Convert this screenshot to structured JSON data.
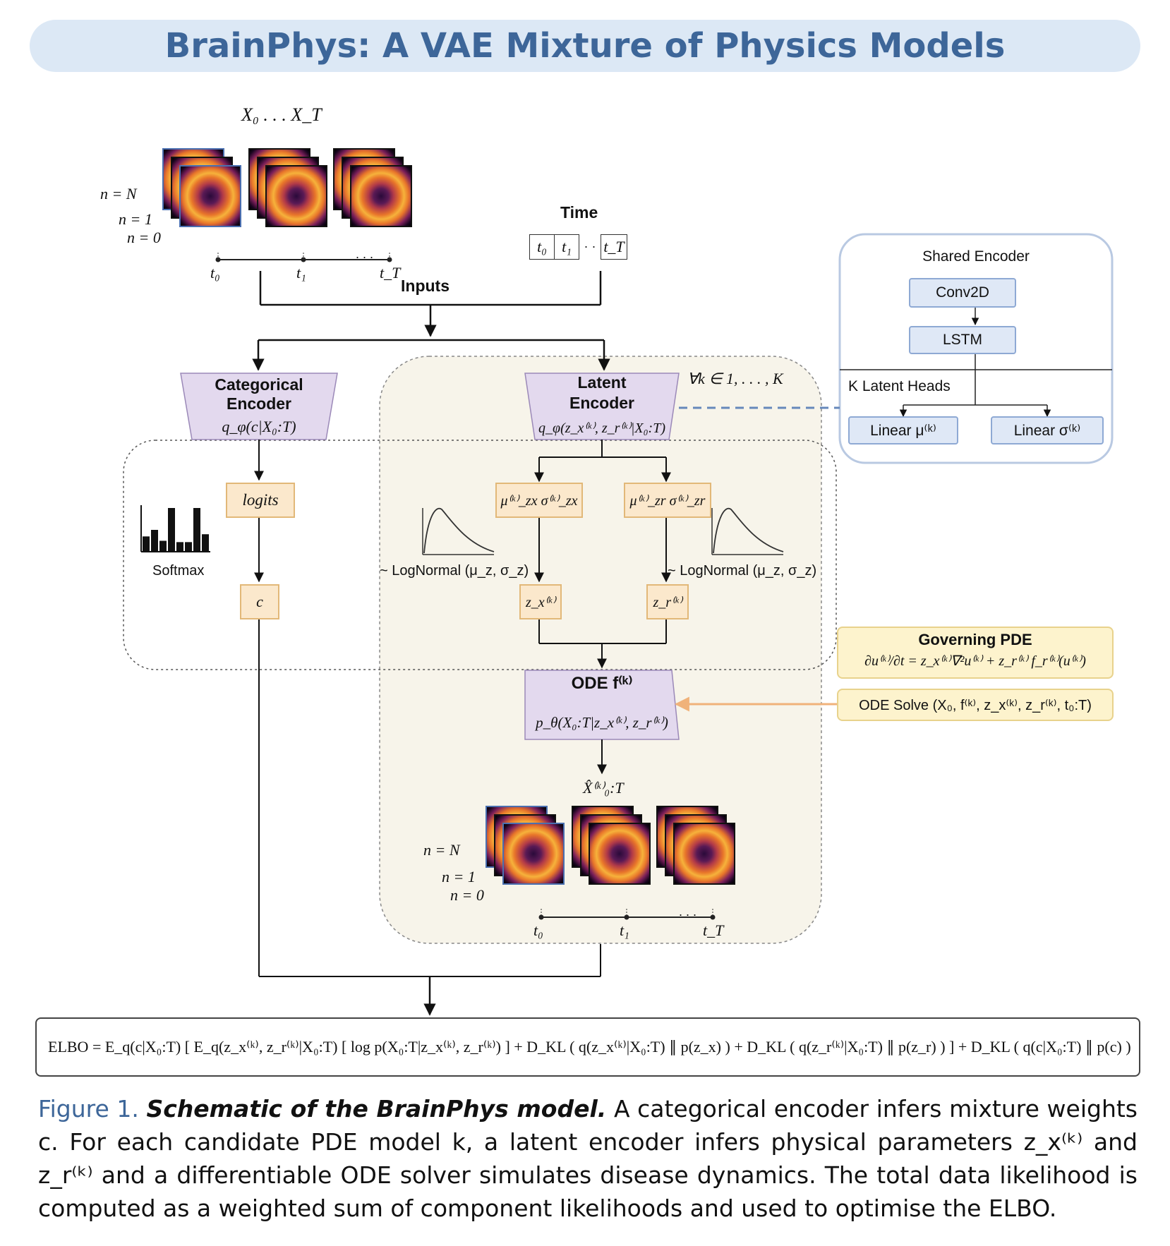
{
  "title": "BrainPhys: A VAE Mixture of Physics Models",
  "inputs": {
    "sequence_label": "X₀ . . . X_T",
    "n_labels": [
      "n = N",
      "n = 1",
      "n = 0"
    ],
    "time_ticks": [
      "t₀",
      "t₁",
      "t_T"
    ],
    "dots": ". . .",
    "time_title": "Time",
    "time_cells": [
      "t₀",
      "t₁",
      "· ·",
      "t_T"
    ],
    "inputs_label": "Inputs"
  },
  "shared_encoder": {
    "title": "Shared Encoder",
    "conv": "Conv2D",
    "lstm": "LSTM",
    "heads_label": "K Latent Heads",
    "linear_mu": "Linear μ⁽ᵏ⁾",
    "linear_sigma": "Linear σ⁽ᵏ⁾"
  },
  "categorical_encoder": {
    "title_line1": "Categorical",
    "title_line2": "Encoder",
    "formula": "q_φ(c|X₀:T)",
    "logits": "logits",
    "softmax": "Softmax",
    "c": "c",
    "softmax_bars": [
      0.35,
      0.5,
      0.25,
      1.0,
      0.22,
      0.22,
      1.0,
      0.4
    ]
  },
  "latent_encoder": {
    "title_line1": "Latent",
    "title_line2": "Encoder",
    "formula": "q_φ(z_x⁽ᵏ⁾, z_r⁽ᵏ⁾|X₀:T)",
    "forall": "∀k ∈ 1, . . . , K",
    "param_x": "μ⁽ᵏ⁾_zx  σ⁽ᵏ⁾_zx",
    "param_r": "μ⁽ᵏ⁾_zr  σ⁽ᵏ⁾_zr",
    "lognormal": "~ LogNormal (μ_z, σ_z)",
    "zx": "z_x⁽ᵏ⁾",
    "zr": "z_r⁽ᵏ⁾"
  },
  "ode": {
    "title": "ODE f⁽ᵏ⁾",
    "formula": "p_θ(X₀:T|z_x⁽ᵏ⁾, z_r⁽ᵏ⁾)",
    "output": "X̂⁽ᵏ⁾₀:T"
  },
  "governing_pde": {
    "title": "Governing PDE",
    "equation": "∂u⁽ᵏ⁾/∂t = z_x⁽ᵏ⁾∇²u⁽ᵏ⁾ + z_r⁽ᵏ⁾ f_r⁽ᵏ⁾(u⁽ᵏ⁾)"
  },
  "ode_solve": {
    "text": "ODE Solve (X₀, f⁽ᵏ⁾, z_x⁽ᵏ⁾, z_r⁽ᵏ⁾, t₀:T)"
  },
  "outputs": {
    "n_labels": [
      "n = N",
      "n = 1",
      "n = 0"
    ],
    "time_ticks": [
      "t₀",
      "t₁",
      "t_T"
    ],
    "dots": ". . ."
  },
  "elbo": "ELBO = E_q(c|X₀:T) [ E_q(z_x⁽ᵏ⁾, z_r⁽ᵏ⁾|X₀:T) [ log p(X₀:T|z_x⁽ᵏ⁾, z_r⁽ᵏ⁾) ] + D_KL ( q(z_x⁽ᵏ⁾|X₀:T) ∥ p(z_x) ) + D_KL ( q(z_r⁽ᵏ⁾|X₀:T) ∥ p(z_r) ) ] + D_KL ( q(c|X₀:T) ∥ p(c) )",
  "caption": {
    "label": "Figure 1.",
    "bold_title": "Schematic of the BrainPhys model.",
    "text": "A categorical encoder infers mixture weights c. For each candidate PDE model k, a latent encoder infers physical parameters z_x⁽ᵏ⁾ and z_r⁽ᵏ⁾ and a differentiable ODE solver simulates disease dynamics. The total data likelihood is computed as a weighted sum of component likelihoods and used to optimise the ELBO."
  },
  "colors": {
    "title_bar": "#dce8f5",
    "title_text": "#3d6699",
    "purple_trapezoid": "#e3d9ee",
    "orange_box": "#fbe8cc",
    "blue_box": "#dfe8f6",
    "yellow_box": "#fdf3cd",
    "latent_region": "#f7f4ea",
    "arrow_orange": "#f0b27a"
  }
}
